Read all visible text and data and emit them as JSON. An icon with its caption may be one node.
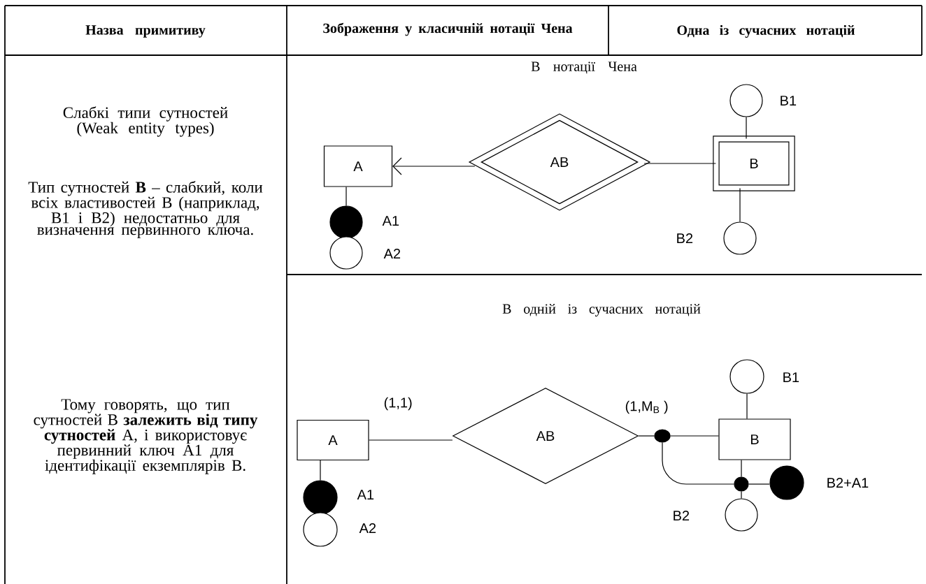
{
  "diagram": {
    "nodes": [
      {
        "text": [
          "A"
        ]
      },
      {
        "text": [
          "AB"
        ]
      },
      {
        "text": [
          "B"
        ]
      },
      {
        "text": [],
        "shape": "circle",
        "beside": [
          "A1"
        ]
      },
      {
        "text": [],
        "shape": "circle",
        "beside": [
          "A2"
        ]
      },
      {
        "text": [],
        "shape": "circle",
        "beside": [
          "B1"
        ]
      },
      {
        "text": [],
        "shape": "circle",
        "beside": [
          "B2"
        ]
      },
      {
        "text": [
          "A"
        ]
      },
      {
        "text": [
          "AB"
        ]
      },
      {
        "text": [
          "B"
        ]
      },
      {
        "text": [],
        "shape": "circle",
        "beside": [
          "A1"
        ]
      },
      {
        "text": [],
        "shape": "circle",
        "beside": [
          "A2"
        ]
      },
      {
        "text": [],
        "shape": "circle",
        "beside": [
          "B1"
        ]
      },
      {
        "text": [],
        "shape": "circle",
        "beside": [
          "B2"
        ]
      },
      {
        "text": [],
        "shape": "circle",
        "beside": [
          "B2+A1"
        ]
      },
      {
        "text": [],
        "shape": "dot"
      },
      {
        "text": [],
        "shape": "dot"
      }
    ],
    "edges": [
      {
        "from": 1,
        "to": 0,
        "arrow": "to"
      },
      {
        "from": 1,
        "to": 2,
        "arrow": "none"
      },
      {
        "from": 0,
        "to": 3,
        "arrow": "none"
      },
      {
        "from": 2,
        "to": 5,
        "arrow": "none"
      },
      {
        "from": 2,
        "to": 6,
        "arrow": "none"
      },
      {
        "from": 7,
        "to": 8,
        "arrow": "none",
        "label": "(1,1)"
      },
      {
        "from": 8,
        "to": 15,
        "arrow": "none",
        "label": "(1,M$_{B}$ )"
      },
      {
        "from": 15,
        "to": 9,
        "arrow": "none"
      },
      {
        "from": 7,
        "to": 10,
        "arrow": "none"
      },
      {
        "from": 9,
        "to": 12,
        "arrow": "none"
      },
      {
        "from": 9,
        "to": 16,
        "arrow": "none"
      },
      {
        "from": 16,
        "to": 13,
        "arrow": "none"
      },
      {
        "from": 16,
        "to": 14,
        "arrow": "none"
      },
      {
        "from": 15,
        "to": 16,
        "arrow": "none"
      }
    ],
    "labels": [
      "Назва примитиву",
      "Зображення у класичній нотації Чена",
      "Одна із сучасних нотацій",
      "В нотації Чена",
      "Слабкі типи сутностей (Weak entity types)",
      "Тип сутностей **В** – слабкий, коли всіх властивостей В (наприклад, В1 і В2) недостатньо для визначення первинного ключа.",
      "В одній із сучасних нотацій",
      "Тому говорять, що тип сутностей В **залежить від типу сутностей** А, і використовує первинний ключ А1 для ідентифікації екземплярів В."
    ]
  }
}
